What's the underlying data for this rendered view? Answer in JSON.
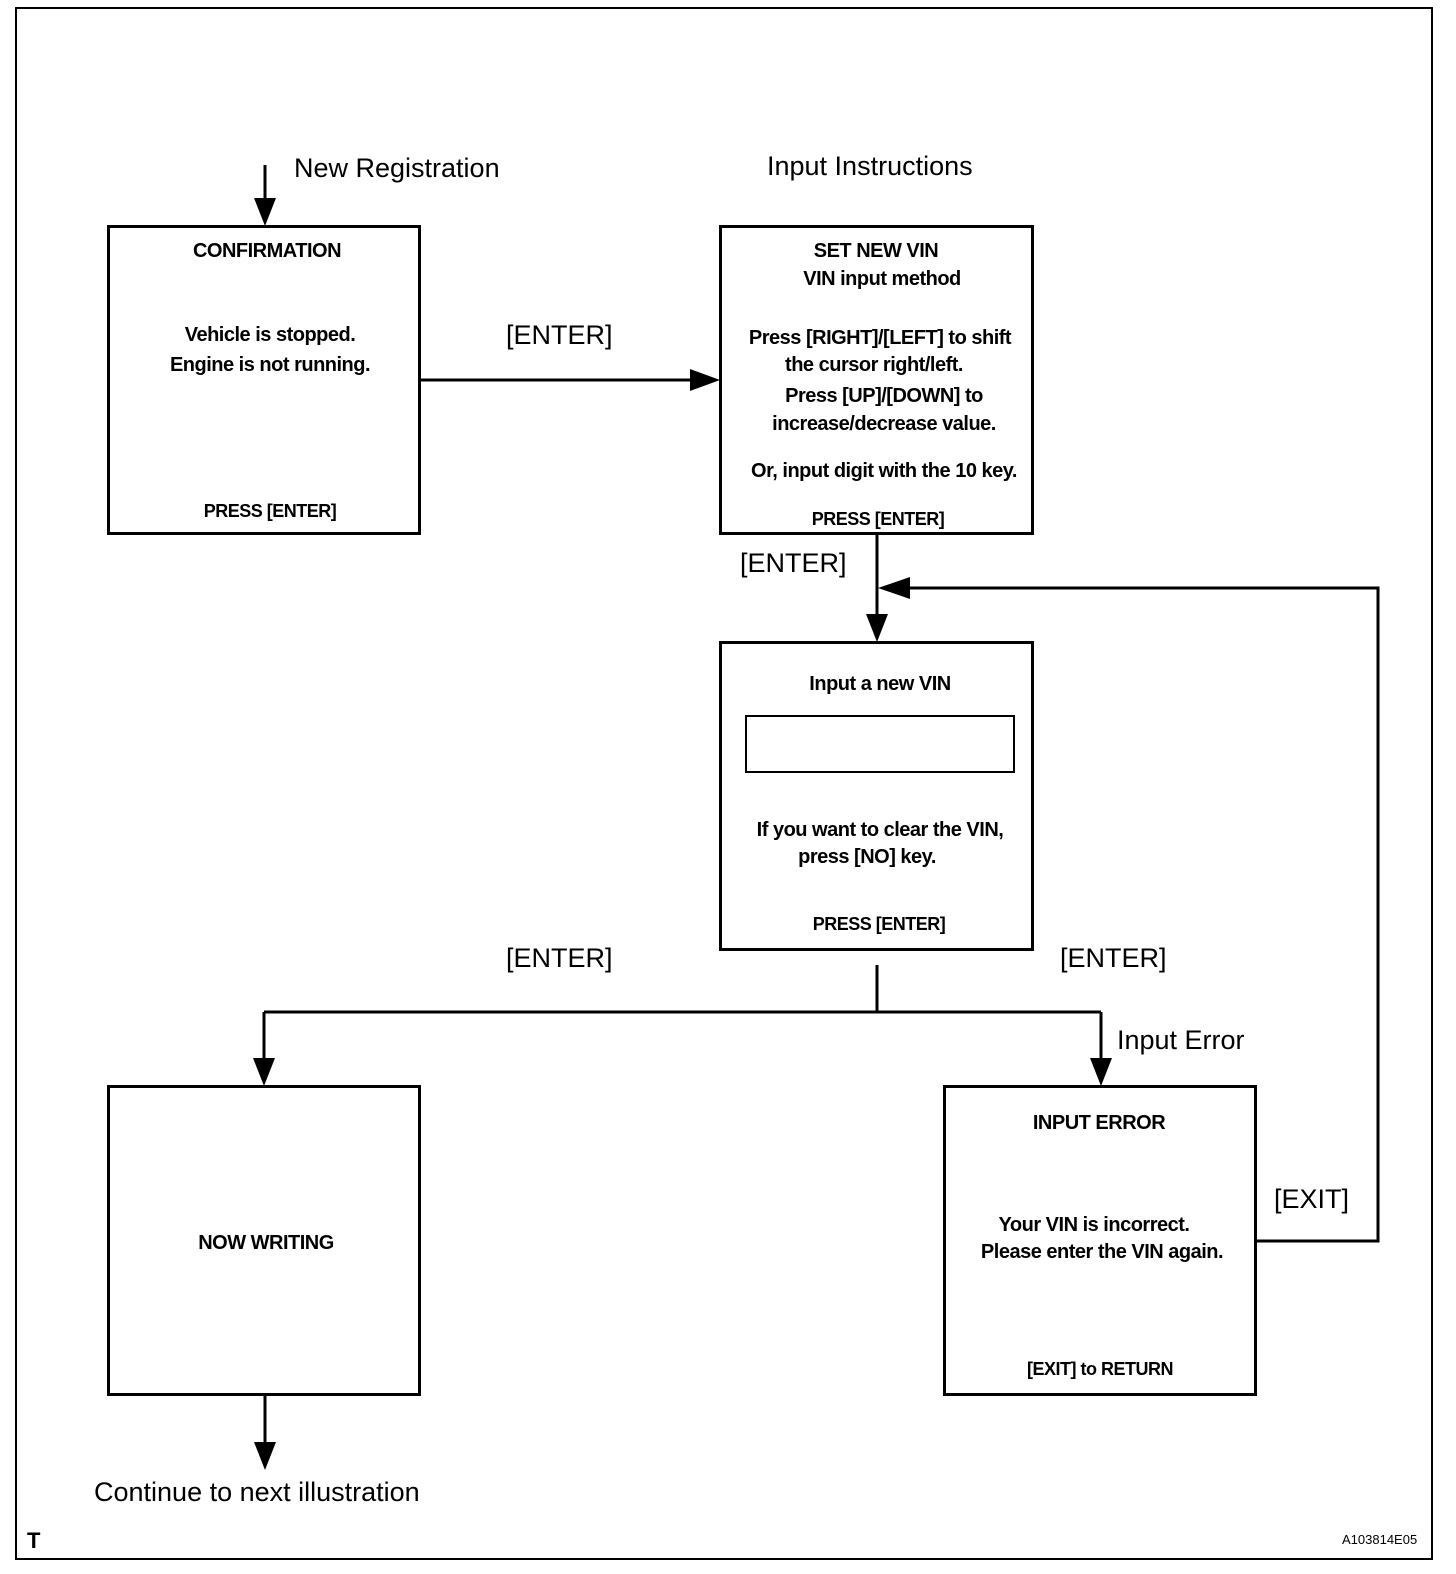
{
  "labels": {
    "new_registration": "New Registration",
    "input_instructions": "Input Instructions",
    "enter_1": "[ENTER]",
    "enter_2": "[ENTER]",
    "enter_3": "[ENTER]",
    "enter_4": "[ENTER]",
    "input_error": "Input Error",
    "exit": "[EXIT]",
    "continue": "Continue to next illustration"
  },
  "boxes": {
    "confirmation": {
      "title": "CONFIRMATION",
      "line1": "Vehicle is stopped.",
      "line2": "Engine is not running.",
      "footer": "PRESS [ENTER]"
    },
    "set_new_vin": {
      "title": "SET NEW VIN",
      "subtitle": "VIN input method",
      "line1": "Press [RIGHT]/[LEFT] to shift",
      "line2": "the cursor right/left.",
      "line3": "Press [UP]/[DOWN]  to",
      "line4": "increase/decrease value.",
      "line5": "Or, input digit with the 10 key.",
      "footer": "PRESS [ENTER]"
    },
    "input_vin": {
      "title": "Input a new VIN",
      "field_value": "",
      "line1": "If you want to clear the VIN,",
      "line2": "press [NO] key.",
      "footer": "PRESS [ENTER]"
    },
    "now_writing": {
      "title": "NOW WRITING"
    },
    "input_error": {
      "title": "INPUT  ERROR",
      "line1": "Your VIN is incorrect.",
      "line2": "Please enter the VIN again.",
      "footer": "[EXIT] to RETURN"
    }
  },
  "corner": {
    "left": "T",
    "right": "A103814E05"
  }
}
